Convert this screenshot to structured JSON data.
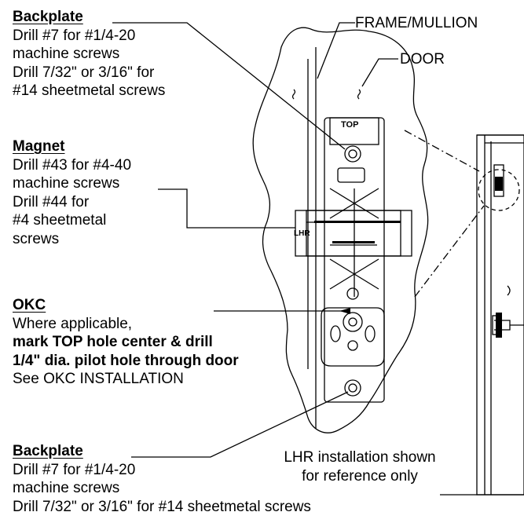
{
  "labels": {
    "frame_mullion": "FRAME/MULLION",
    "door": "DOOR",
    "top_marking": "TOP",
    "lhr_marking": "LHR",
    "reference_note": [
      "LHR installation shown",
      "for reference only"
    ]
  },
  "callouts": {
    "backplate_top": {
      "heading": "Backplate",
      "lines": [
        "Drill #7 for #1/4-20",
        "machine screws",
        "Drill 7/32\" or 3/16\" for",
        "#14 sheetmetal screws"
      ]
    },
    "magnet": {
      "heading": "Magnet",
      "lines": [
        "Drill #43 for #4-40",
        "machine screws",
        "Drill #44 for",
        "#4 sheetmetal",
        "screws"
      ]
    },
    "okc": {
      "heading": "OKC",
      "lines": [
        "Where applicable,"
      ],
      "bold_lines": [
        "mark TOP hole center & drill",
        "1/4\" dia. pilot hole through door"
      ],
      "tail_lines": [
        "See OKC INSTALLATION"
      ]
    },
    "backplate_bottom": {
      "heading": "Backplate",
      "lines": [
        "Drill #7 for #1/4-20",
        "machine screws",
        "Drill 7/32\" or 3/16\" for #14 sheetmetal screws"
      ]
    }
  }
}
